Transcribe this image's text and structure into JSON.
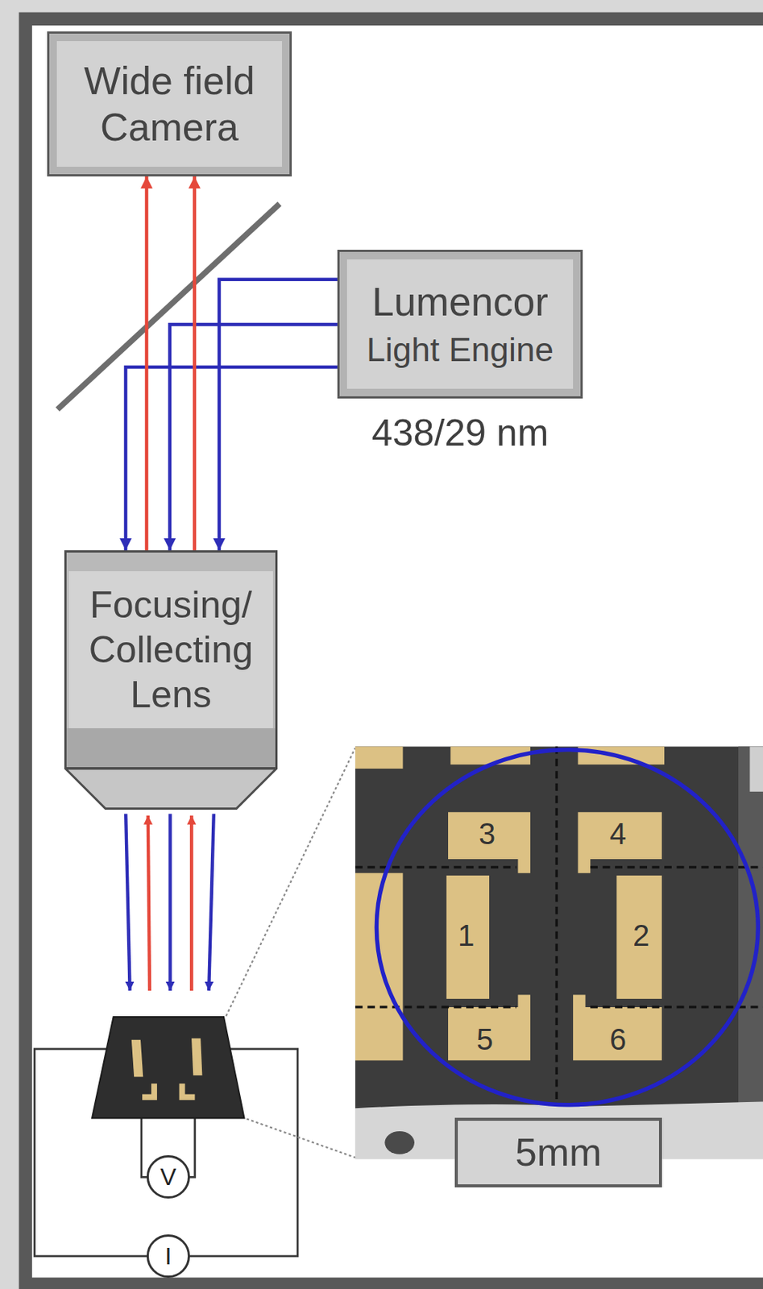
{
  "diagram": {
    "nodes": [
      {
        "text": [
          "Wide field Camera"
        ]
      },
      {
        "text": [
          "Lumencor",
          "Light Engine"
        ]
      },
      {
        "text": [
          "Focusing/ Collecting Lens"
        ]
      },
      {
        "text": [
          "5mm"
        ]
      },
      {
        "text": [
          "V"
        ]
      },
      {
        "text": [
          "I"
        ]
      }
    ],
    "edges": [
      {
        "from": 1,
        "to": 2,
        "arrow": "to"
      },
      {
        "from": 1,
        "to": 2,
        "arrow": "to"
      },
      {
        "from": 1,
        "to": 2,
        "arrow": "to"
      },
      {
        "from": 2,
        "to": 0,
        "arrow": "to"
      },
      {
        "from": 2,
        "to": 0,
        "arrow": "to"
      }
    ],
    "labels": [
      "438/29 nm",
      "3",
      "4",
      "1",
      "2",
      "5",
      "6"
    ]
  }
}
